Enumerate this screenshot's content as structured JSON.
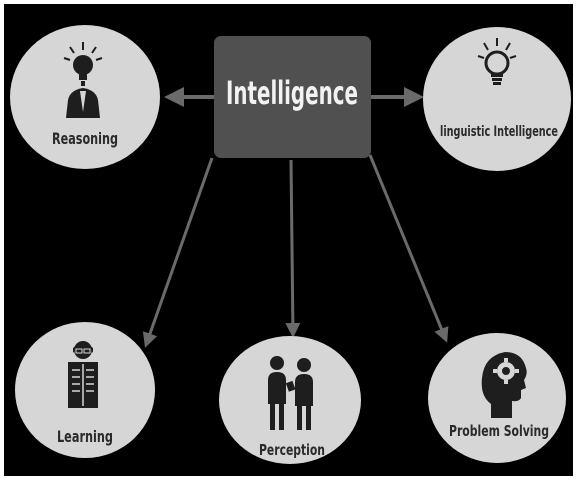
{
  "center": {
    "label": "Intelligence"
  },
  "nodes": [
    {
      "id": "reasoning",
      "label": "Reasoning",
      "icon": "businessman-lightbulb-icon"
    },
    {
      "id": "linguistic",
      "label": "linguistic Intelligence",
      "icon": "lightbulb-icon"
    },
    {
      "id": "learning",
      "label": "Learning",
      "icon": "reading-person-icon"
    },
    {
      "id": "perception",
      "label": "Perception",
      "icon": "two-people-talking-icon"
    },
    {
      "id": "problem_solving",
      "label": "Problem Solving",
      "icon": "head-with-gear-icon"
    }
  ],
  "colors": {
    "background": "#000000",
    "center_box": "#505050",
    "node_fill": "#d6d6d6",
    "arrow": "#6a6a6a",
    "icon": "#1e1e1e"
  }
}
